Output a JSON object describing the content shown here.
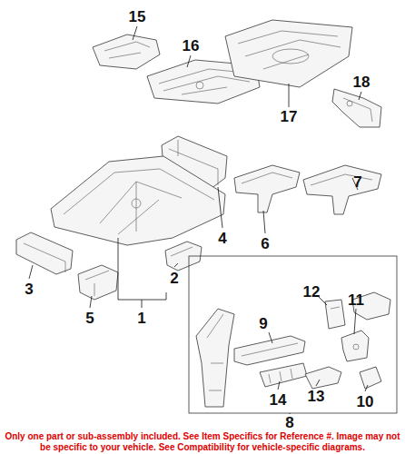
{
  "diagram": {
    "labels": [
      "15",
      "16",
      "17",
      "18",
      "4",
      "7",
      "6",
      "3",
      "1",
      "2",
      "5",
      "9",
      "12",
      "11",
      "14",
      "13",
      "10",
      "8",
      "Only one part or sub-assembly included. See Item Specifics for Reference #. Image may not be specific to your vehicle. See Compatibility for vehicle-specific diagrams."
    ]
  }
}
